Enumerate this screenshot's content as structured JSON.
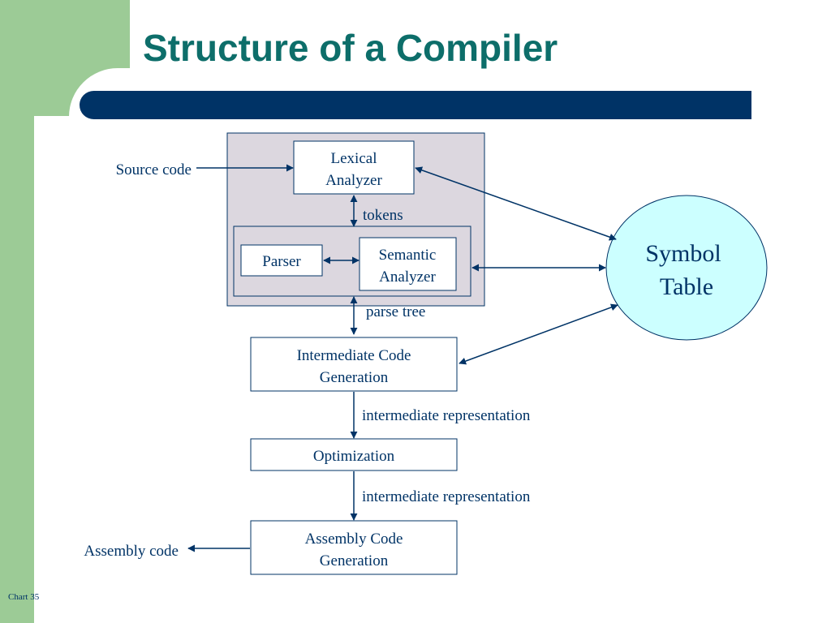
{
  "slide": {
    "title": "Structure of a Compiler",
    "footer": "Chart 35"
  },
  "diagram": {
    "boxes": {
      "lexical_analyzer": [
        "Lexical",
        "Analyzer"
      ],
      "parser": "Parser",
      "semantic_analyzer": [
        "Semantic",
        "Analyzer"
      ],
      "intermediate_code_generation": [
        "Intermediate Code",
        "Generation"
      ],
      "optimization": "Optimization",
      "assembly_code_generation": [
        "Assembly Code",
        "Generation"
      ]
    },
    "symbol_table": [
      "Symbol",
      "Table"
    ],
    "labels": {
      "source_code": "Source code",
      "tokens": "tokens",
      "parse_tree": "parse tree",
      "intermediate_representation_1": "intermediate representation",
      "intermediate_representation_2": "intermediate representation",
      "assembly_code": "Assembly code"
    }
  },
  "colors": {
    "title": "#0d6e6a",
    "navy": "#003366",
    "green": "#9ccb96",
    "front_end_fill": "#dcd7df",
    "symbol_table_fill": "#ccffff"
  }
}
